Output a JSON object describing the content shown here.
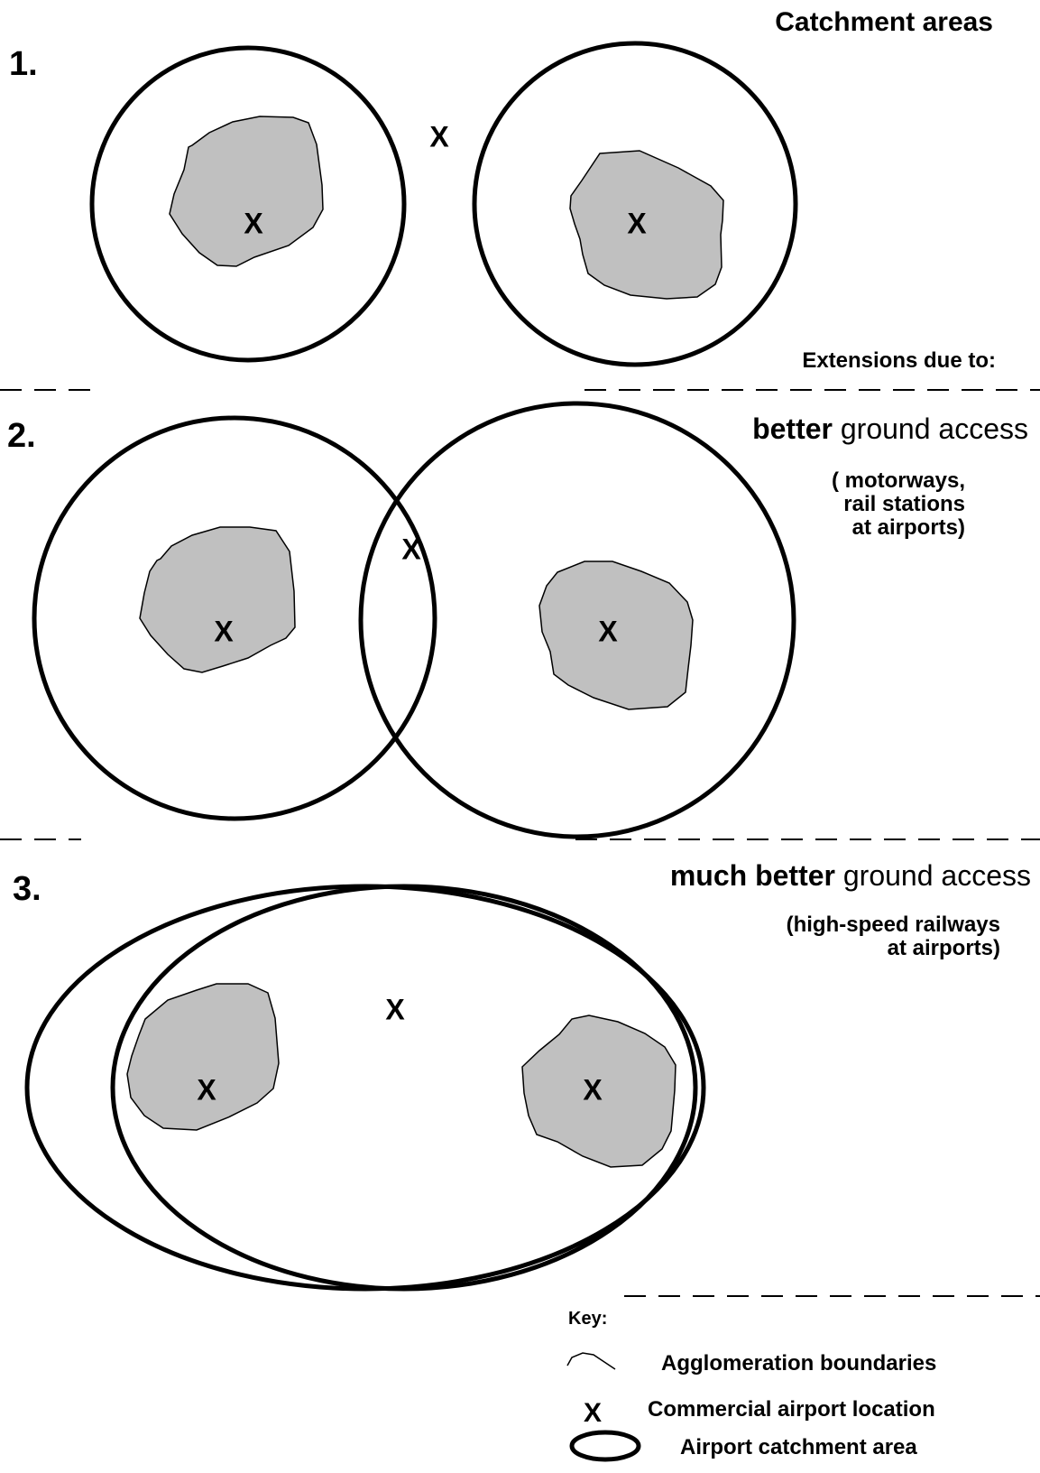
{
  "title": "Catchment areas",
  "extensions_label": "Extensions due to:",
  "panels": [
    {
      "number": "1."
    },
    {
      "number": "2.",
      "heading_bold": "better",
      "heading_rest": " ground access",
      "note": [
        "( motorways,",
        "rail stations",
        "at airports)"
      ]
    },
    {
      "number": "3.",
      "heading_bold": "much better",
      "heading_rest": " ground access",
      "note": [
        "(high-speed railways",
        "at airports)"
      ]
    }
  ],
  "marker": "X",
  "key": {
    "heading": "Key:",
    "items": [
      {
        "icon": "agglomeration-boundary-icon",
        "label": "Agglomeration boundaries"
      },
      {
        "icon": "airport-x-icon",
        "label": "Commercial airport location"
      },
      {
        "icon": "catchment-ellipse-icon",
        "label": "Airport catchment area"
      }
    ]
  },
  "colors": {
    "agglomeration_fill": "#c0c0c0",
    "line": "#000000",
    "background": "#ffffff"
  }
}
